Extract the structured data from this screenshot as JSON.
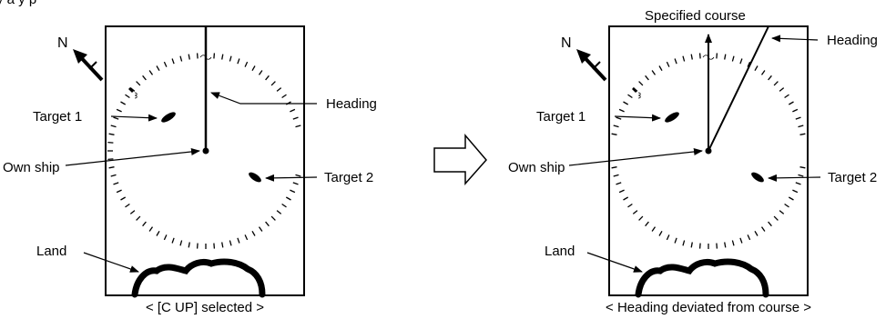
{
  "top_text": "y       a       y                                       p",
  "left_panel": {
    "north_label": "N",
    "target1_label": "Target 1",
    "own_ship_label": "Own ship",
    "target2_label": "Target 2",
    "heading_label": "Heading",
    "land_label": "Land",
    "caption": "< [C UP] selected >"
  },
  "right_panel": {
    "north_label": "N",
    "specified_course_label": "Specified course",
    "heading_label": "Heading",
    "target1_label": "Target 1",
    "own_ship_label": "Own ship",
    "target2_label": "Target 2",
    "land_label": "Land",
    "caption": "< Heading deviated from course >"
  },
  "transition_icon": "right-arrow-outline"
}
